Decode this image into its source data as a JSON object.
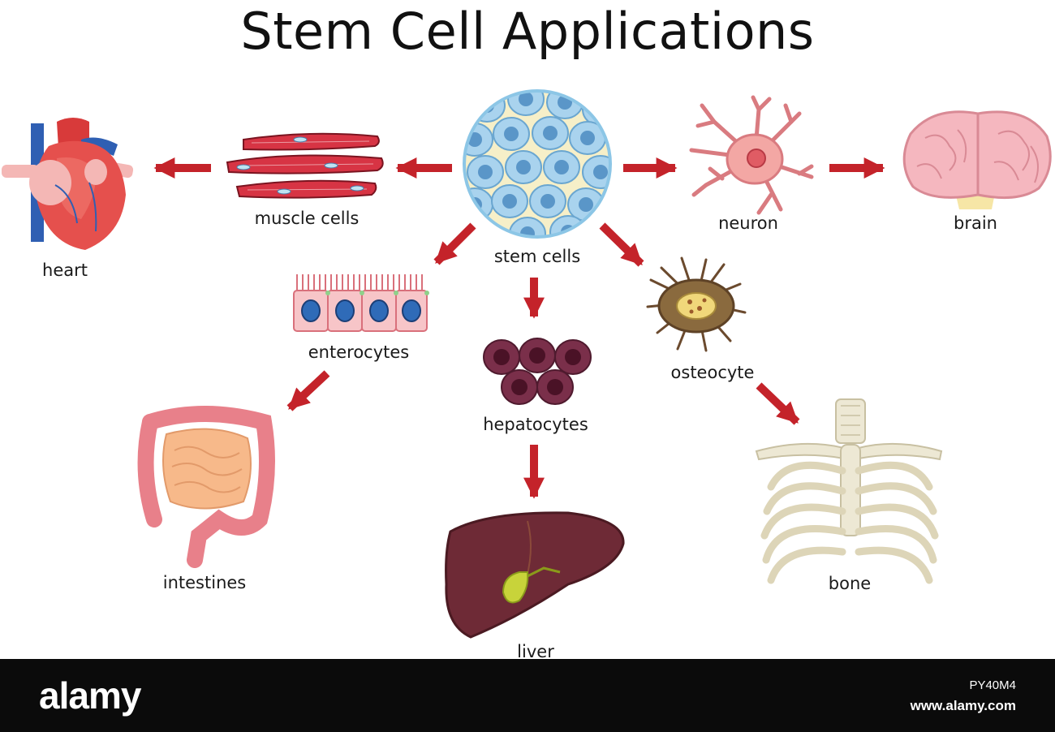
{
  "title": "Stem Cell Applications",
  "labels": {
    "stem_cells": "stem cells",
    "muscle_cells": "muscle cells",
    "heart": "heart",
    "neuron": "neuron",
    "brain": "brain",
    "enterocytes": "enterocytes",
    "intestines": "intestines",
    "hepatocytes": "hepatocytes",
    "liver": "liver",
    "osteocyte": "osteocyte",
    "bone": "bone"
  },
  "watermark": {
    "brand": "alamy",
    "image_id": "PY40M4",
    "site": "www.alamy.com"
  },
  "colors": {
    "arrow": "#c4232a",
    "footer": "#0b0b0b"
  }
}
